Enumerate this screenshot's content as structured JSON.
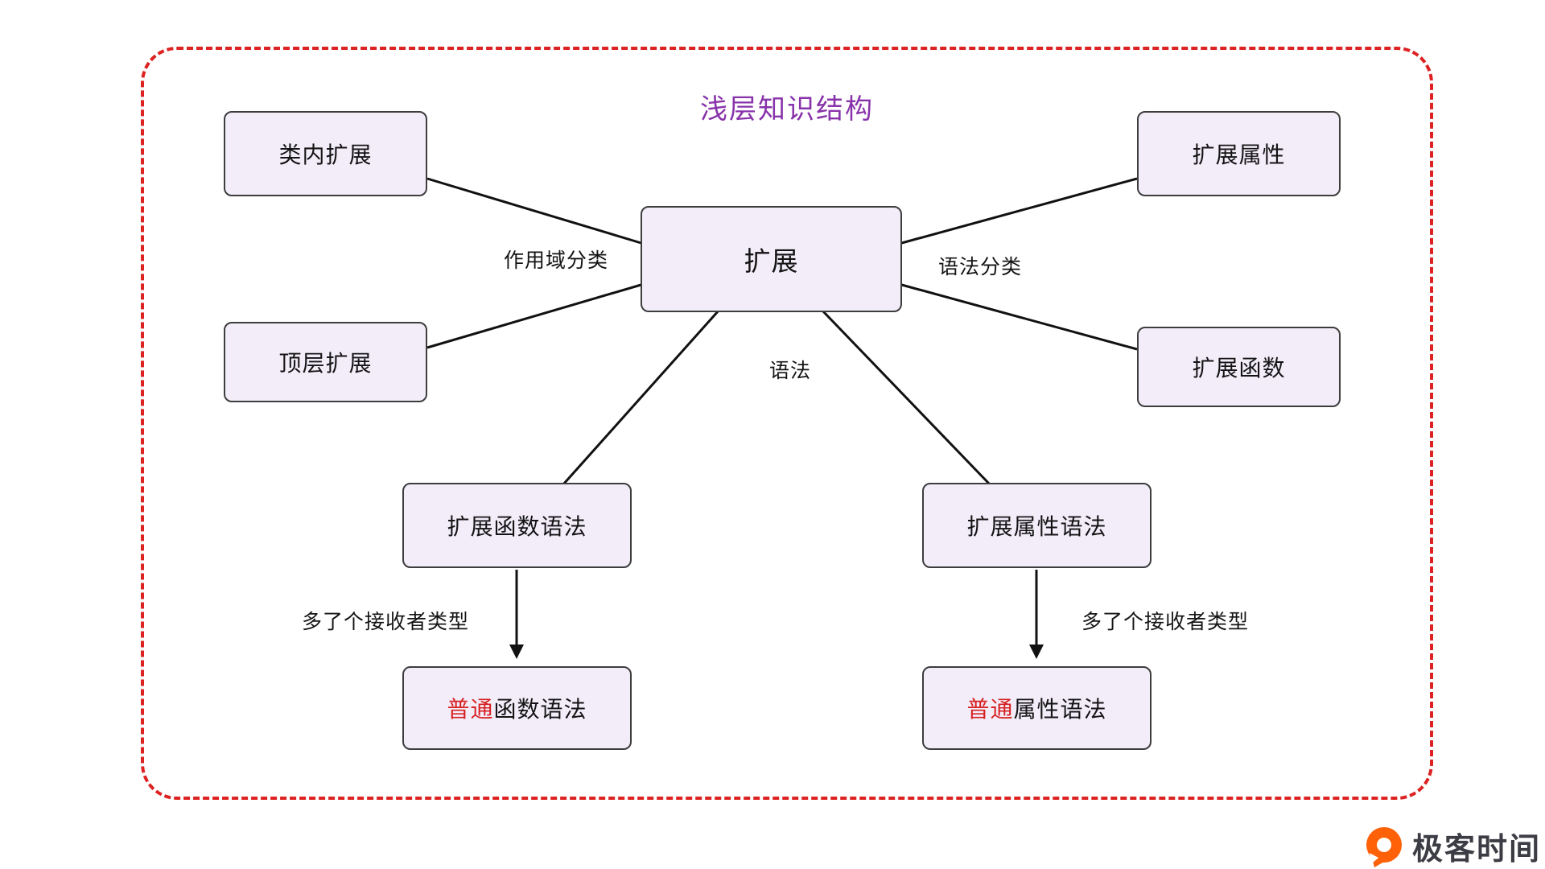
{
  "title": "浅层知识结构",
  "nodes": {
    "center": "扩展",
    "class_internal": "类内扩展",
    "top_level": "顶层扩展",
    "ext_property": "扩展属性",
    "ext_function": "扩展函数",
    "ext_func_syntax": "扩展函数语法",
    "ext_prop_syntax": "扩展属性语法",
    "normal_func_syntax": {
      "highlight": "普通",
      "rest": "函数语法"
    },
    "normal_prop_syntax": {
      "highlight": "普通",
      "rest": "属性语法"
    }
  },
  "edge_labels": {
    "scope_category": "作用域分类",
    "syntax_category": "语法分类",
    "syntax": "语法",
    "receiver_left": "多了个接收者类型",
    "receiver_right": "多了个接收者类型"
  },
  "logo": {
    "text": "极客时间"
  },
  "colors": {
    "frame_border": "#dd2222",
    "title": "#8833aa",
    "node_fill": "#f3edfa",
    "node_border": "#3d3d3d",
    "highlight_red": "#d72020",
    "logo_orange": "#ff6108",
    "line": "#111111"
  }
}
